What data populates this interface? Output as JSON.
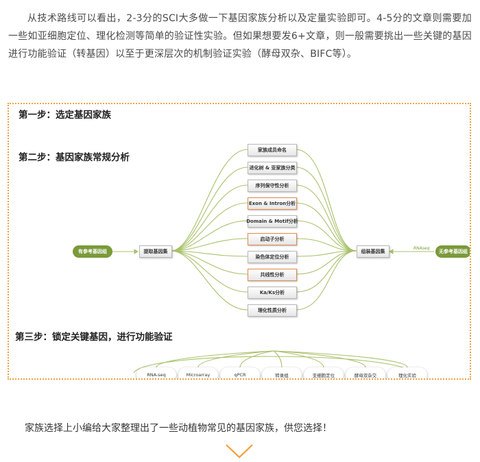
{
  "intro": {
    "paragraph": "从技术路线可以看出，2-3分的SCI大多做一下基因家族分析以及定量实验即可。4-5分的文章则需要加一些如亚细胞定位、理化检测等简单的验证性实验。但如果想要发6+文章，则一般需要挑出一些关键的基因进行功能验证（转基因）以至于更深层次的机制验证实验（酵母双杂、BIFC等）。"
  },
  "figure": {
    "step1": "第一步：选定基因家族",
    "step2": "第二步：基因家族常规分析",
    "step3": "第三步：锁定关键基因，进行功能验证",
    "left_pill": "有参考基因组",
    "left_box": "提取基因集",
    "right_box": "组装基因集",
    "right_pill": "无参考基因组",
    "right_arrow_label": "RNAseq",
    "analyses": [
      {
        "label": "家族成员命名",
        "highlight": false
      },
      {
        "label": "进化树 & 亚家族分类",
        "highlight": false
      },
      {
        "label": "序列保守性分析",
        "highlight": false
      },
      {
        "label": "Exon & Intron分析",
        "highlight": true
      },
      {
        "label": "Domain & Motif分析",
        "highlight": false
      },
      {
        "label": "启动子分析",
        "highlight": true
      },
      {
        "label": "染色体定位分析",
        "highlight": false
      },
      {
        "label": "共线性分析",
        "highlight": true
      },
      {
        "label": "Ka/Ks分析",
        "highlight": false
      },
      {
        "label": "理化性质分析",
        "highlight": false
      }
    ],
    "experiments": [
      "RNA-seq",
      "Microarray",
      "qPCR",
      "转录组",
      "亚细胞定位",
      "酵母双杂交",
      "理化实验"
    ]
  },
  "caption": "家族选择上小编给大家整理出了一些动植物常见的基因家族，供您选择！",
  "colors": {
    "border": "#e8a245",
    "curve": "#a8c06a",
    "pill": "#7a9a3a",
    "chevron": "#f0a030"
  }
}
